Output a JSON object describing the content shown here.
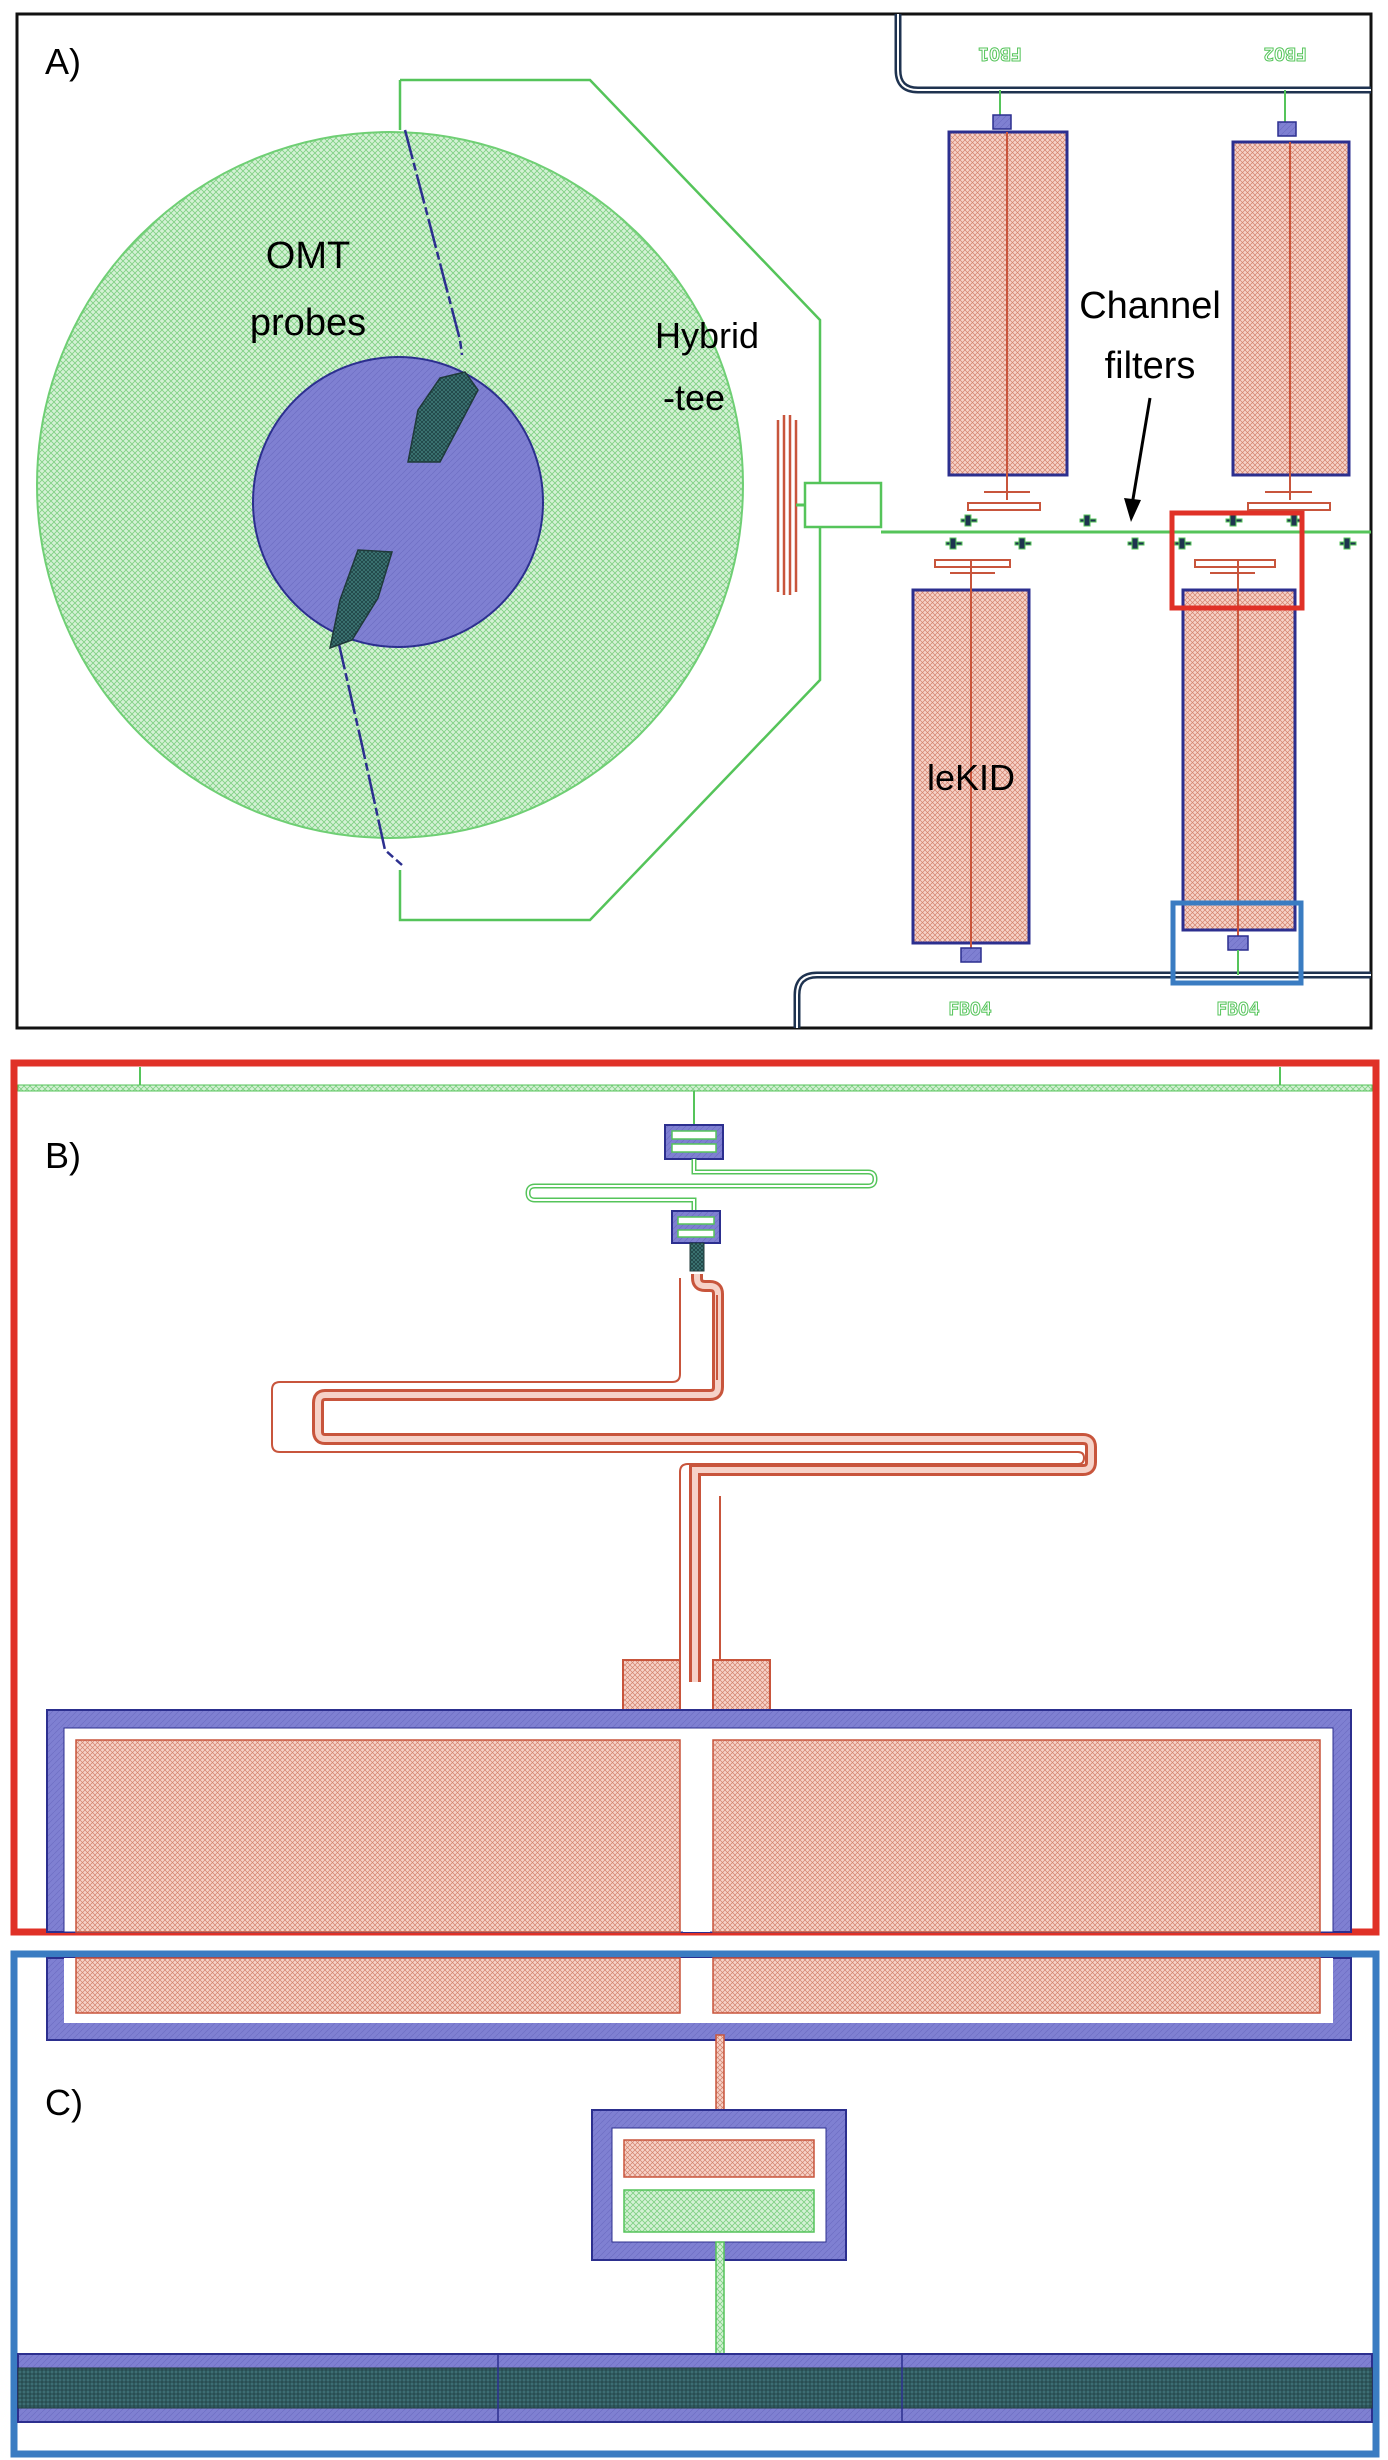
{
  "panels": {
    "a": {
      "label": "A)"
    },
    "b": {
      "label": "B)"
    },
    "c": {
      "label": "C)"
    }
  },
  "annotations": {
    "omt_line1": "OMT",
    "omt_line2": "probes",
    "hybrid_line1": "Hybrid",
    "hybrid_line2": "-tee",
    "channel_line1": "Channel",
    "channel_line2": "filters",
    "lekid": "leKID"
  },
  "chip_labels": {
    "top_left": "FBO1",
    "top_right": "FBO2",
    "bottom_left": "FBO4",
    "bottom_right": "FBO4"
  },
  "colors": {
    "green": "#55c45a",
    "green_fill": "#cdeecf",
    "purple": "#2c2f8f",
    "purple_fill": "#7b7ccf",
    "copper": "#c8553c",
    "copper_fill": "#f3c7bc",
    "navy": "#1f3350",
    "highlight_red": "#e03127",
    "highlight_blue": "#3a7cc2"
  }
}
